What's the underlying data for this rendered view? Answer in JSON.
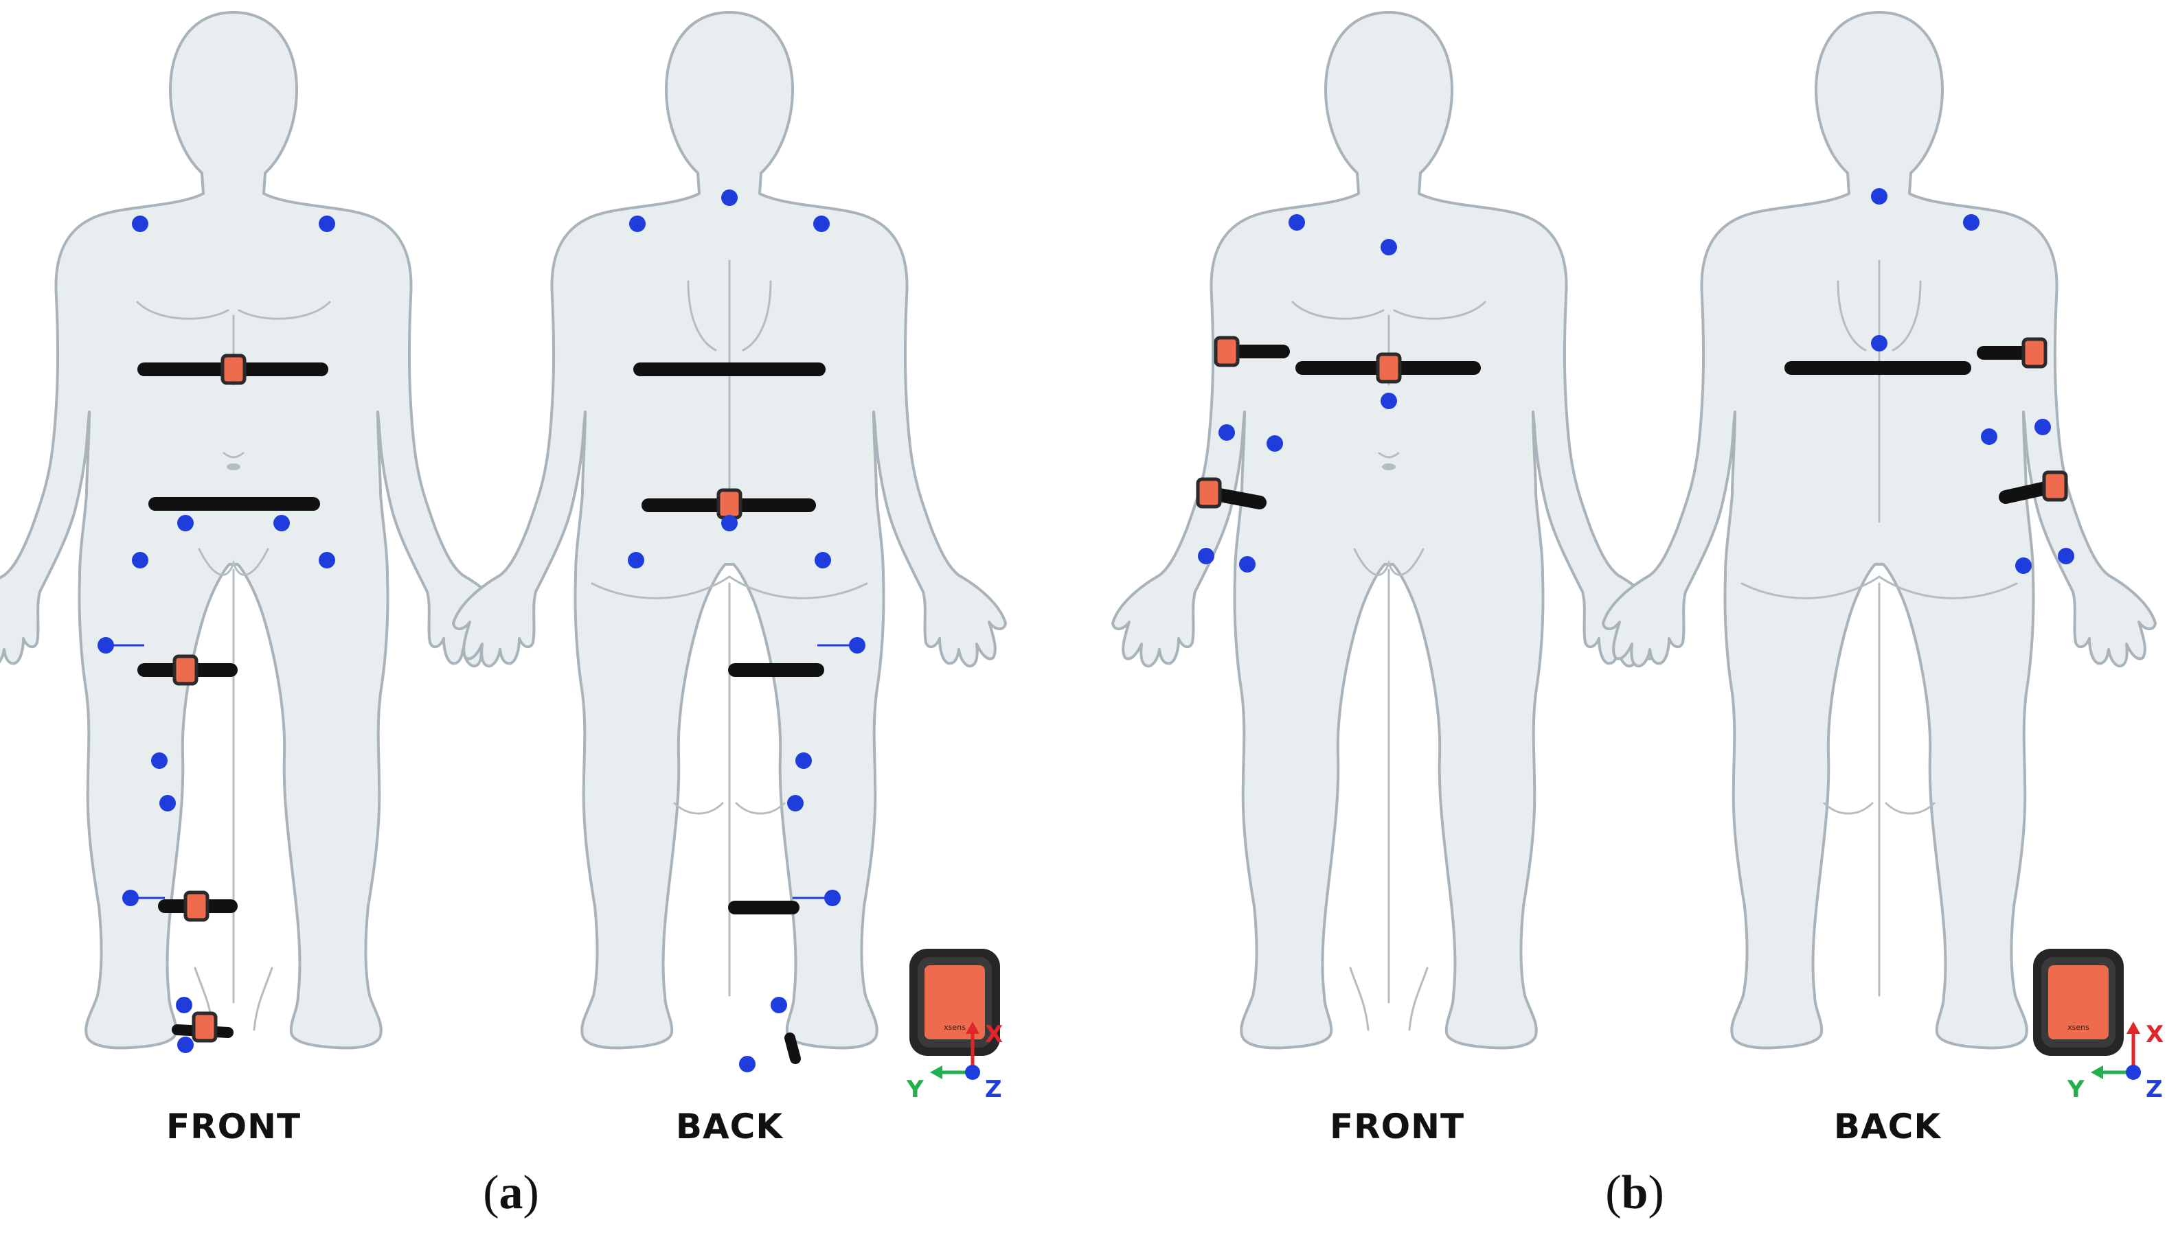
{
  "colors": {
    "body_fill": "#e8edf0",
    "body_stroke": "#a9b3ba",
    "marker": "#1f3ddc",
    "strap": "#111111",
    "sensor": "#ee6b4d",
    "axis_x": "#e0262b",
    "axis_y": "#21b04b",
    "axis_z": "#1f3ddc"
  },
  "panels": [
    {
      "id": "a",
      "label_open": "(",
      "label_letter": "a",
      "label_close": ")",
      "views": [
        {
          "key": "front",
          "title": "FRONT"
        },
        {
          "key": "back",
          "title": "BACK"
        }
      ],
      "sensor_icon": {
        "brand": "xsens",
        "axes": {
          "x": "X",
          "y": "Y",
          "z": "Z"
        }
      }
    },
    {
      "id": "b",
      "label_open": "(",
      "label_letter": "b",
      "label_close": ")",
      "views": [
        {
          "key": "front",
          "title": "FRONT"
        },
        {
          "key": "back",
          "title": "BACK"
        }
      ],
      "sensor_icon": {
        "brand": "xsens",
        "axes": {
          "x": "X",
          "y": "Y",
          "z": "Z"
        }
      }
    }
  ],
  "icons": {
    "marker": "reflective-marker-dot",
    "sensor": "imu-sensor-unit",
    "strap": "body-strap"
  }
}
